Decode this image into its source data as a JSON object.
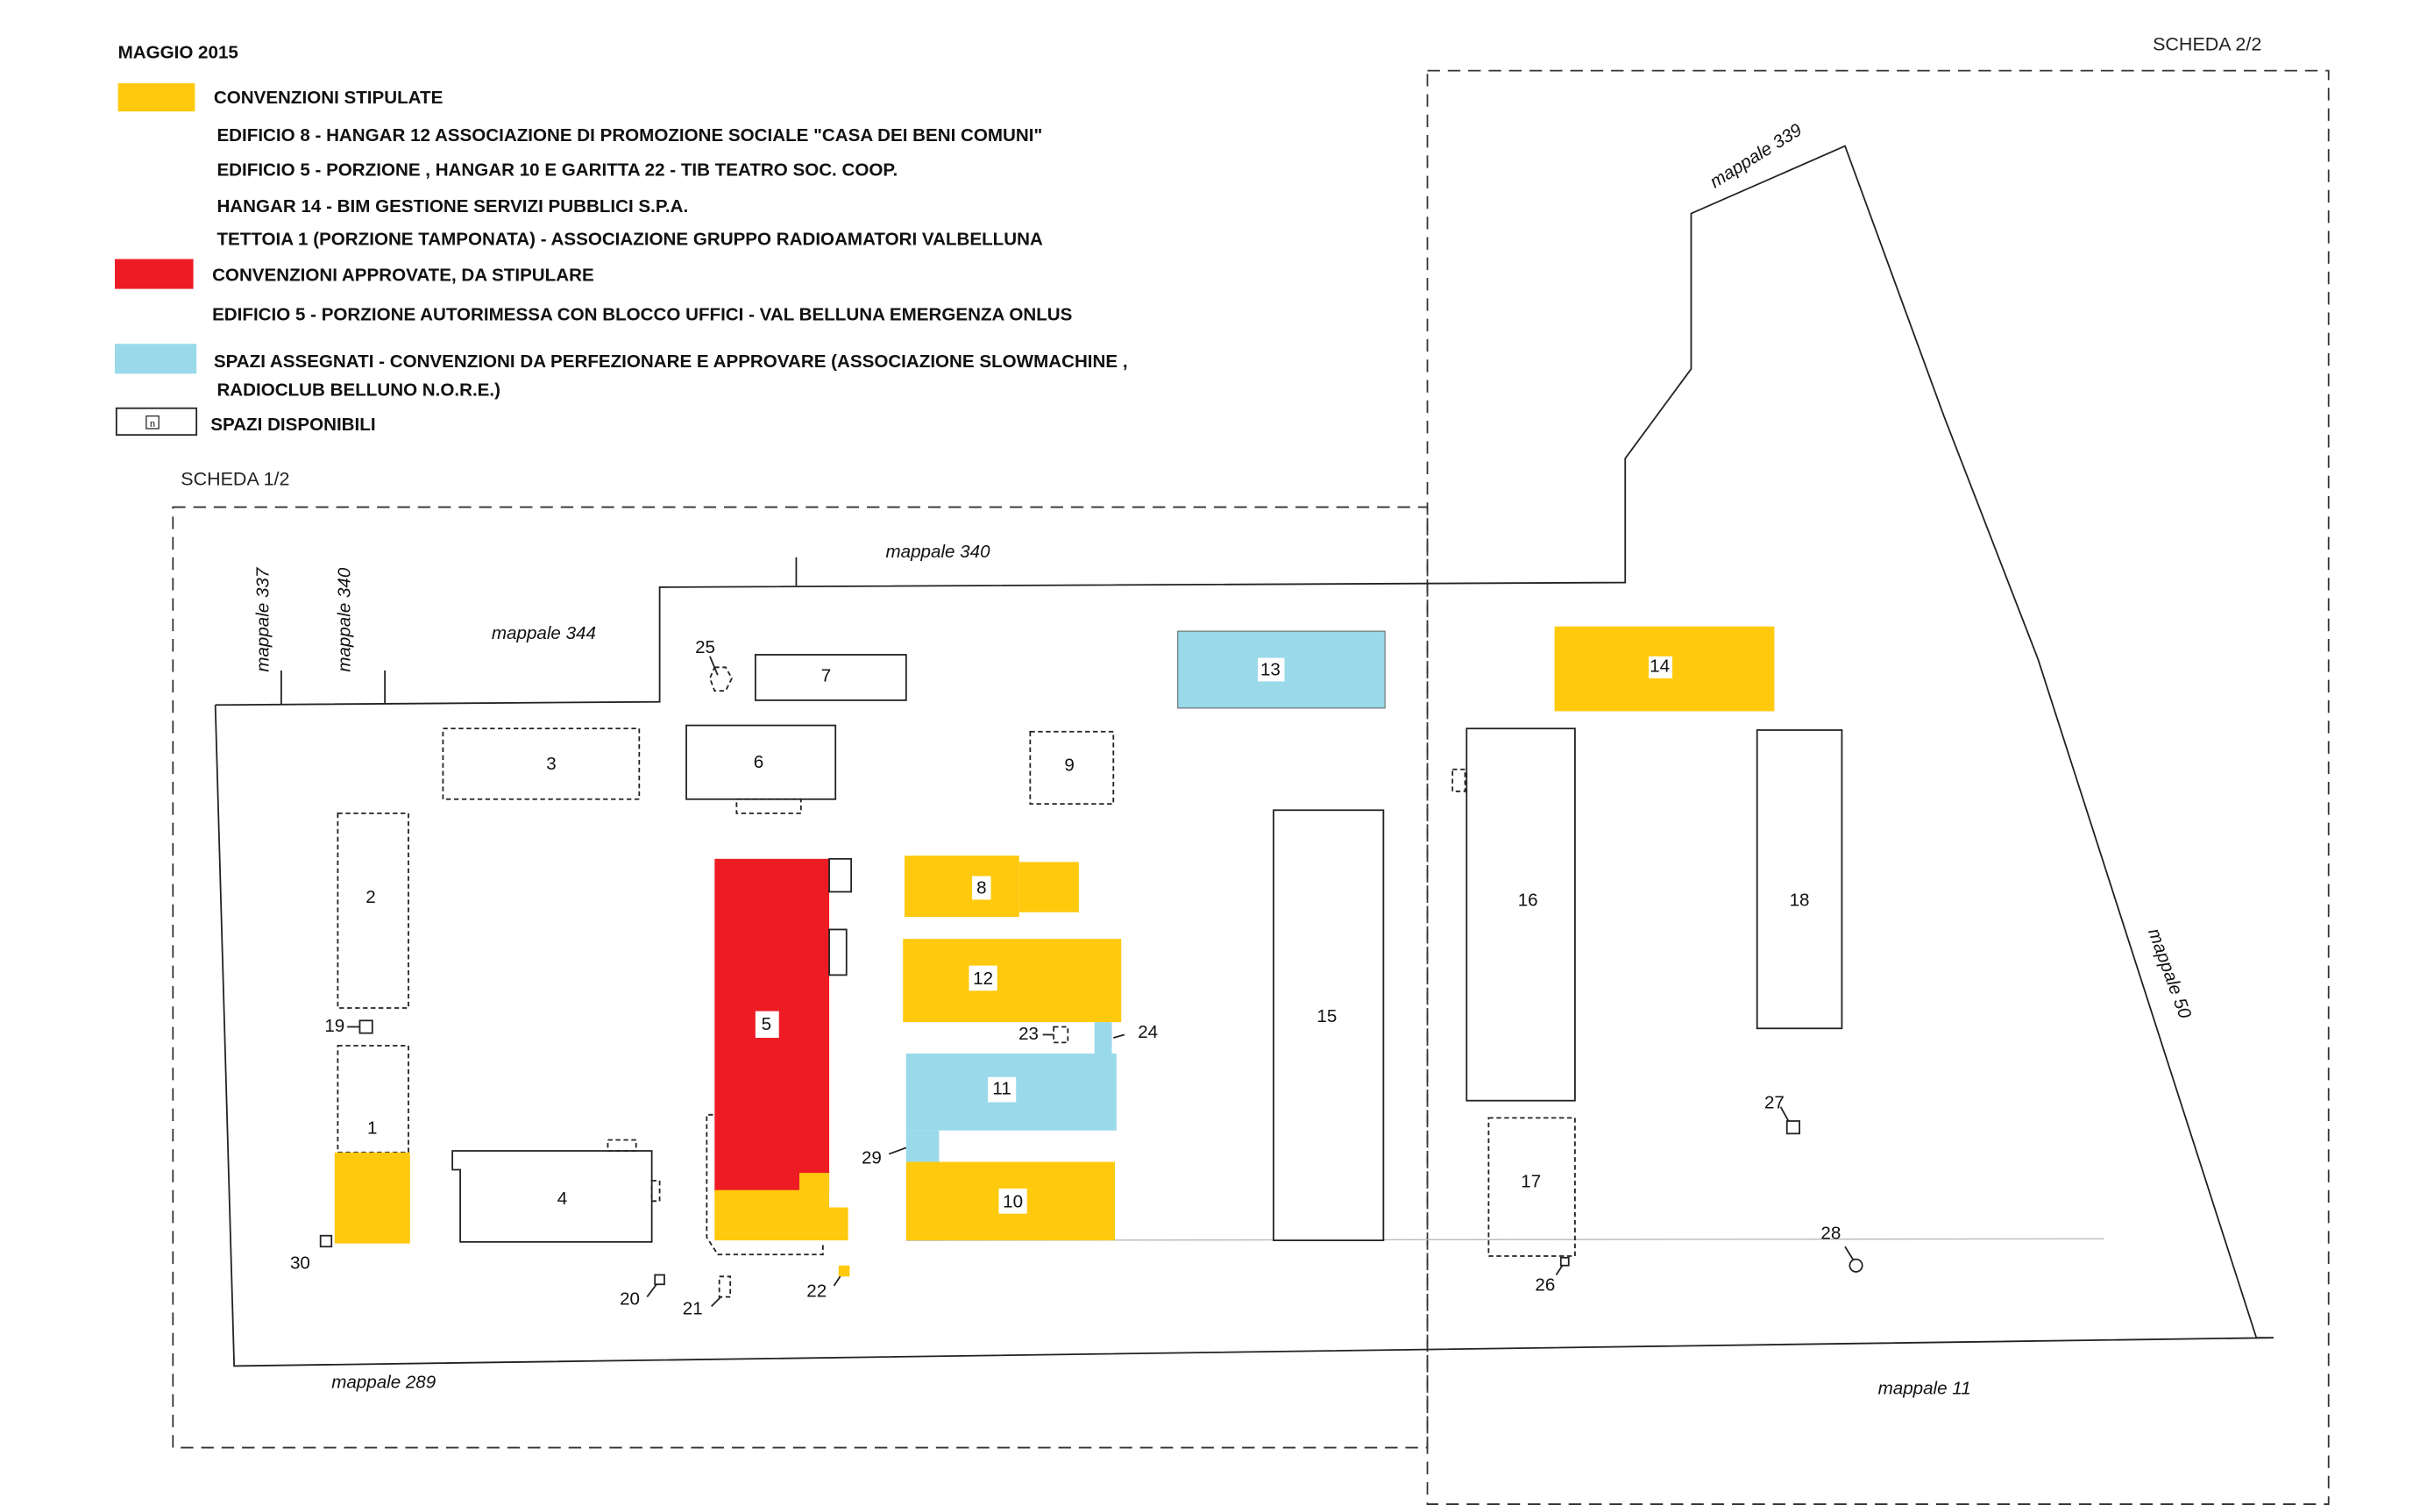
{
  "header": {
    "date": "MAGGIO 2015",
    "sheet_1": "SCHEDA 1/2",
    "sheet_2": "SCHEDA 2/2"
  },
  "colors": {
    "stipulate": "#FFC90E",
    "approvate": "#ED1C24",
    "assegnati": "#99D9EA",
    "disponibili": "#FFFFFF"
  },
  "legend": {
    "stipulate": {
      "title": "CONVENZIONI STIPULATE",
      "items": [
        "EDIFICIO 8 -  HANGAR 12   ASSOCIAZIONE DI PROMOZIONE SOCIALE \"CASA DEI  BENI COMUNI\"",
        "EDIFICIO 5 - PORZIONE , HANGAR 10 E GARITTA 22  - TIB TEATRO SOC. COOP.",
        "HANGAR 14 - BIM GESTIONE SERVIZI PUBBLICI S.P.A.",
        "TETTOIA 1 (PORZIONE TAMPONATA) - ASSOCIAZIONE  GRUPPO RADIOAMATORI VALBELLUNA"
      ]
    },
    "approvate": {
      "title": "CONVENZIONI APPROVATE, DA STIPULARE",
      "items": [
        "EDIFICIO 5 - PORZIONE AUTORIMESSA CON BLOCCO UFFICI - VAL BELLUNA EMERGENZA ONLUS"
      ]
    },
    "assegnati": {
      "line1": "SPAZI ASSEGNATI -   CONVENZIONI DA PERFEZIONARE E APPROVARE (ASSOCIAZIONE SLOWMACHINE ,",
      "line2": "RADIOCLUB BELLUNO N.O.R.E.)"
    },
    "disponibili": {
      "title": "SPAZI DISPONIBILI",
      "symbol": "n"
    }
  },
  "parcels": {
    "p337": "mappale 337",
    "p340a": "mappale 340",
    "p344": "mappale 344",
    "p340b": "mappale 340",
    "p339": "mappale 339",
    "p50": "mappale 50",
    "p289": "mappale 289",
    "p11": "mappale 11"
  },
  "buildings": {
    "b1": "1",
    "b2": "2",
    "b3": "3",
    "b4": "4",
    "b5": "5",
    "b6": "6",
    "b7": "7",
    "b8": "8",
    "b9": "9",
    "b10": "10",
    "b11": "11",
    "b12": "12",
    "b13": "13",
    "b14": "14",
    "b15": "15",
    "b16": "16",
    "b17": "17",
    "b18": "18",
    "b19": "19",
    "b20": "20",
    "b21": "21",
    "b22": "22",
    "b23": "23",
    "b24": "24",
    "b25": "25",
    "b26": "26",
    "b27": "27",
    "b28": "28",
    "b29": "29",
    "b30": "30"
  }
}
